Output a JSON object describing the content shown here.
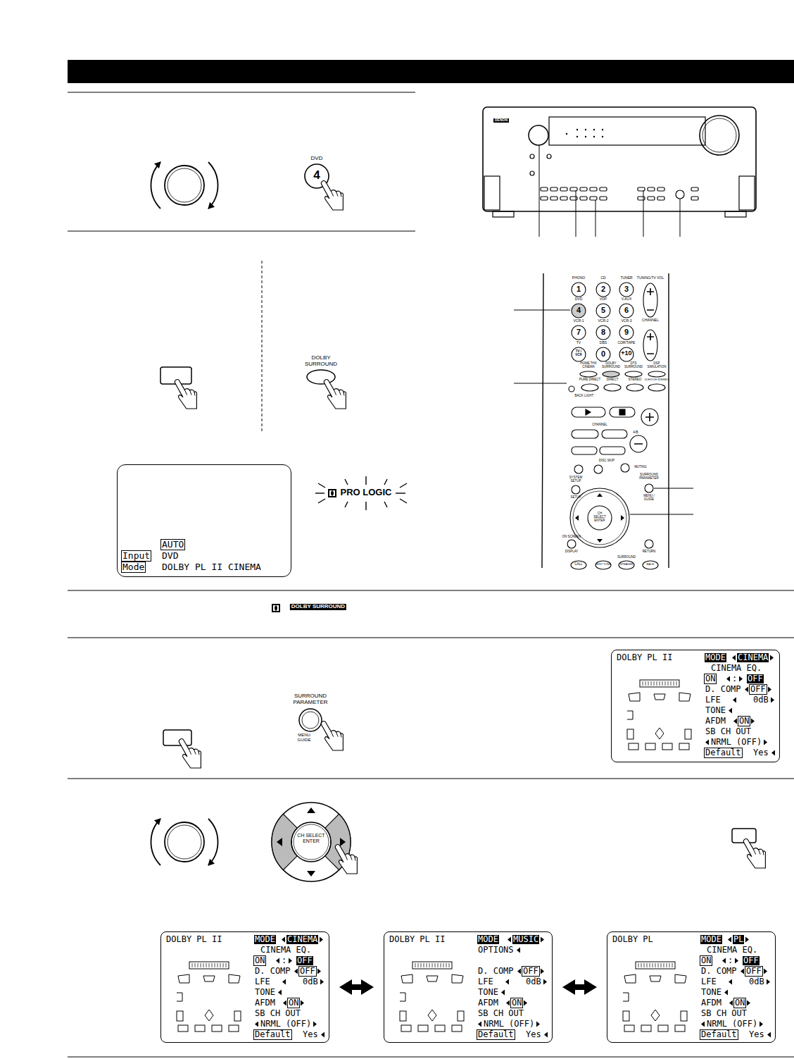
{
  "diagram": {
    "nodes": [
      {
        "text": [
          "AUTO",
          "Input",
          "DVD",
          "Mode",
          "DOLBY PL II CINEMA"
        ]
      },
      {
        "text": [
          "DOLBY PL II",
          "MODE",
          "CINEMA",
          "CINEMA EQ.",
          "ON",
          ":",
          "OFF",
          "D. COMP",
          "OFF",
          "LFE",
          "0dB",
          "TONE",
          "AFDM",
          "ON",
          "SB CH OUT",
          "NRML (OFF)",
          "Default",
          "Yes"
        ]
      },
      {
        "text": [
          "DOLBY PL II",
          "MODE",
          "CINEMA",
          "CINEMA EQ.",
          "ON",
          ":",
          "OFF",
          "D. COMP",
          "OFF",
          "LFE",
          "0dB",
          "TONE",
          "AFDM",
          "ON",
          "SB CH OUT",
          "NRML (OFF)",
          "Default",
          "Yes"
        ]
      },
      {
        "text": [
          "DOLBY PL II",
          "MODE",
          "MUSIC",
          "OPTIONS",
          "D. COMP",
          "OFF",
          "LFE",
          "0dB",
          "TONE",
          "AFDM",
          "ON",
          "SB CH OUT",
          "NRML (OFF)",
          "Default",
          "Yes"
        ]
      },
      {
        "text": [
          "DOLBY PL",
          "MODE",
          "PL",
          "CINEMA EQ.",
          "ON",
          ":",
          "OFF",
          "D. COMP",
          "OFF",
          "LFE",
          "0dB",
          "TONE",
          "AFDM",
          "ON",
          "SB CH OUT",
          "NRML (OFF)",
          "Default",
          "Yes"
        ]
      }
    ],
    "edges": [
      {
        "from": 2,
        "to": 3,
        "arrow": "both"
      },
      {
        "from": 3,
        "to": 4,
        "arrow": "both"
      }
    ],
    "labels": [
      "DVD",
      "4",
      "DENON",
      "DOLBY SURROUND",
      "DOLBY SURROUND",
      "PRO LOGIC",
      "SURROUND PARAMETER",
      "MENU GUIDE",
      "CH SELECT ENTER",
      "PHONO",
      "1",
      "CD",
      "2",
      "TUNER",
      "3",
      "TUNING/TV VOL",
      "DVD",
      "4",
      "VDP",
      "5",
      "V.AUX",
      "6",
      "VCR-1",
      "7",
      "VCR-2",
      "8",
      "VCR-3",
      "9",
      "CHANNEL",
      "TV",
      "TV / VCR",
      "DBS",
      "0",
      "CDR/TAPE",
      "+10",
      "HOME THX CINEMA",
      "DOLBY SURROUND",
      "DTS SURROUND",
      "DSP SIMULATION",
      "PURE DIRECT",
      "DIRECT",
      "STEREO",
      "5CH/7CH STEREO",
      "BACK LIGHT",
      "CHANNEL",
      "A/B",
      "DISC SKIP",
      "MUTING",
      "SYSTEM SETUP",
      "SETUP",
      "SURROUND PARAMETER",
      "MENU / GUIDE",
      "CH SELECT ENTER",
      "ON SCREEN",
      "DISPLAY",
      "RETURN",
      "SURROUND",
      "CALL",
      "TEST TONE",
      "SPEAKER",
      "BACK"
    ]
  }
}
